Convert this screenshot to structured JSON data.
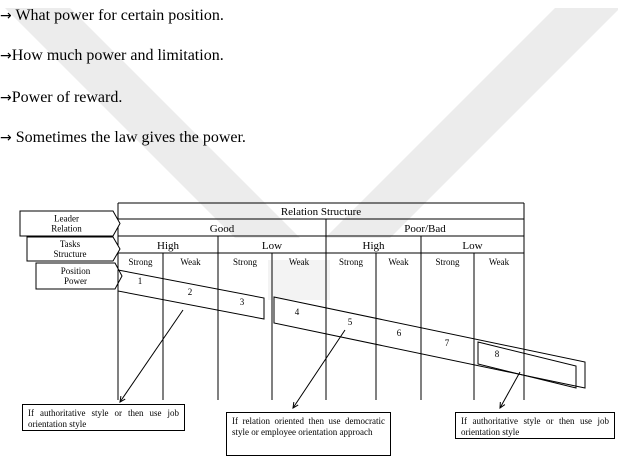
{
  "bullets": [
    {
      "arrow": "→",
      "text": " What power for certain position."
    },
    {
      "arrow": "→",
      "text": "How much power and limitation."
    },
    {
      "arrow": "→",
      "text": "Power of reward."
    },
    {
      "arrow": "→",
      "text": " Sometimes the law gives the power."
    }
  ],
  "diagram": {
    "row_labels": {
      "leader_relation": "Leader\nRelation",
      "task_structure": "Tasks\nStructure",
      "position_power": "Position\nPower"
    },
    "header": "Relation Structure",
    "relation": [
      "Good",
      "Poor/Bad"
    ],
    "task": [
      "High",
      "Low",
      "High",
      "Low"
    ],
    "power": [
      "Strong",
      "Weak",
      "Strong",
      "Weak",
      "Strong",
      "Weak",
      "Strong",
      "Weak"
    ],
    "octants": [
      "1",
      "2",
      "3",
      "4",
      "5",
      "6",
      "7",
      "8"
    ]
  },
  "notes": {
    "left": "If authoritative style or then use job orientation style",
    "middle": "If relation oriented then use democratic style or employee orientation approach",
    "right": "If authoritative style or then use job orientation style"
  },
  "colors": {
    "watermark": "#ececec",
    "line": "#000000"
  }
}
